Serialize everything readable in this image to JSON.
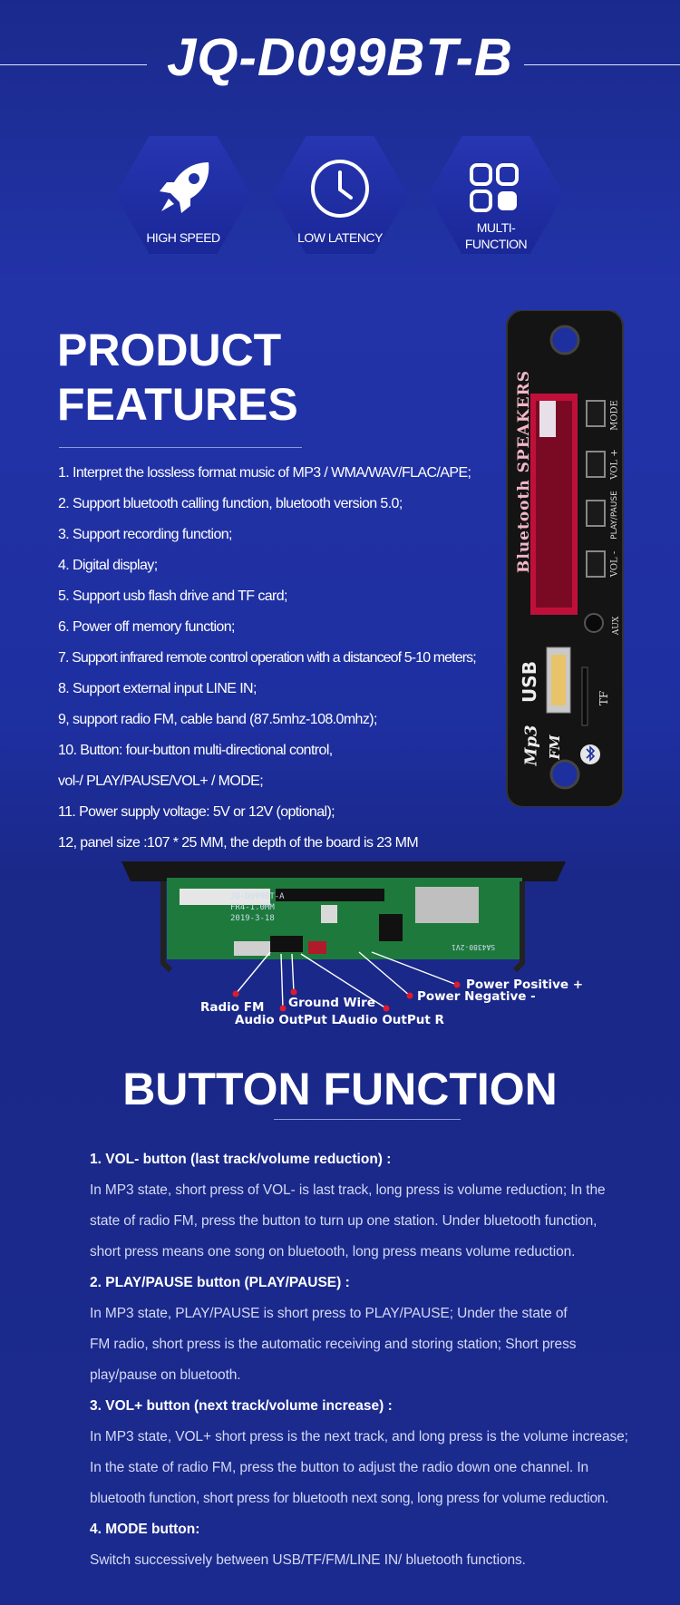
{
  "header": {
    "title": "JQ-D099BT-B"
  },
  "badges": [
    {
      "icon": "rocket-icon",
      "label": "HIGH SPEED"
    },
    {
      "icon": "clock-icon",
      "label": "LOW LATENCY"
    },
    {
      "icon": "grid-icon",
      "label_line1": "MULTI-",
      "label_line2": "FUNCTION"
    }
  ],
  "features": {
    "heading_line1": "PRODUCT",
    "heading_line2": "FEATURES",
    "items": [
      "1. Interpret the lossless format music of MP3 / WMA/WAV/FLAC/APE;",
      "2. Support bluetooth calling function, bluetooth version 5.0;",
      "3. Support recording function;",
      "4. Digital display;",
      "5. Support usb flash drive and TF card;",
      "6. Power off memory function;",
      "7. Support infrared remote control operation with a distanceof 5-10 meters;",
      "8. Support external input LINE IN;",
      "9, support radio FM, cable band (87.5mhz-108.0mhz);",
      "10. Button: four-button multi-directional control,",
      "vol-/ PLAY/PAUSE/VOL+ / MODE;",
      "11. Power supply voltage: 5V or 12V (optional);",
      "12, panel size :107 * 25 MM, the depth of the board is 23 MM"
    ]
  },
  "board_side": {
    "brand_text": "Bluetooth SPEAKERS",
    "btn_mode": "MODE",
    "btn_vol_plus": "VOL +",
    "btn_play": "PLAY/PAUSE",
    "btn_vol_minus": "VOL -",
    "aux": "AUX",
    "usb": "USB",
    "tf": "TF",
    "mp3": "Mp3",
    "fm": "FM"
  },
  "board_front": {
    "pcb_line1": "JQ-D099BT-A",
    "pcb_line2": "FR4-1.0MM",
    "pcb_line3": "2019-3-18",
    "chip_text": "SA4380-2V1"
  },
  "wiring": {
    "radio_fm": "Radio FM",
    "ground_wire": "Ground Wire",
    "audio_l": "Audio OutPut L",
    "audio_r": "Audio OutPut R",
    "power_neg": "Power Negative -",
    "power_pos": "Power Positive +"
  },
  "button_function": {
    "heading": "BUTTON FUNCTION",
    "b1_title": "1. VOL- button (last track/volume reduction) :",
    "b1_lines": [
      "In MP3 state, short press of VOL- is last track, long press is volume reduction; In the",
      "state of radio FM, press the button to turn up one station. Under bluetooth function,",
      "short press means one song on bluetooth, long press means volume reduction."
    ],
    "b2_title": "2. PLAY/PAUSE button (PLAY/PAUSE) :",
    "b2_lines": [
      "In MP3 state, PLAY/PAUSE is short press to PLAY/PAUSE; Under the state of",
      "FM radio, short press is the automatic receiving and storing station; Short press",
      "play/pause on bluetooth."
    ],
    "b3_title": "3. VOL+ button (next track/volume increase) :",
    "b3_lines": [
      "In MP3 state, VOL+ short press is the next track, and long press is the volume increase;",
      "In the state of radio FM, press the button to adjust the radio down one channel. In",
      "bluetooth function, short press for bluetooth next song, long press for volume reduction."
    ],
    "b4_title": "4. MODE button:",
    "b4_lines": [
      "Switch successively between USB/TF/FM/LINE IN/ bluetooth functions."
    ]
  },
  "colors": {
    "background": "#1e2fa0",
    "board": "#111",
    "display": "#c0103a",
    "wire_red": "#e01a30"
  }
}
